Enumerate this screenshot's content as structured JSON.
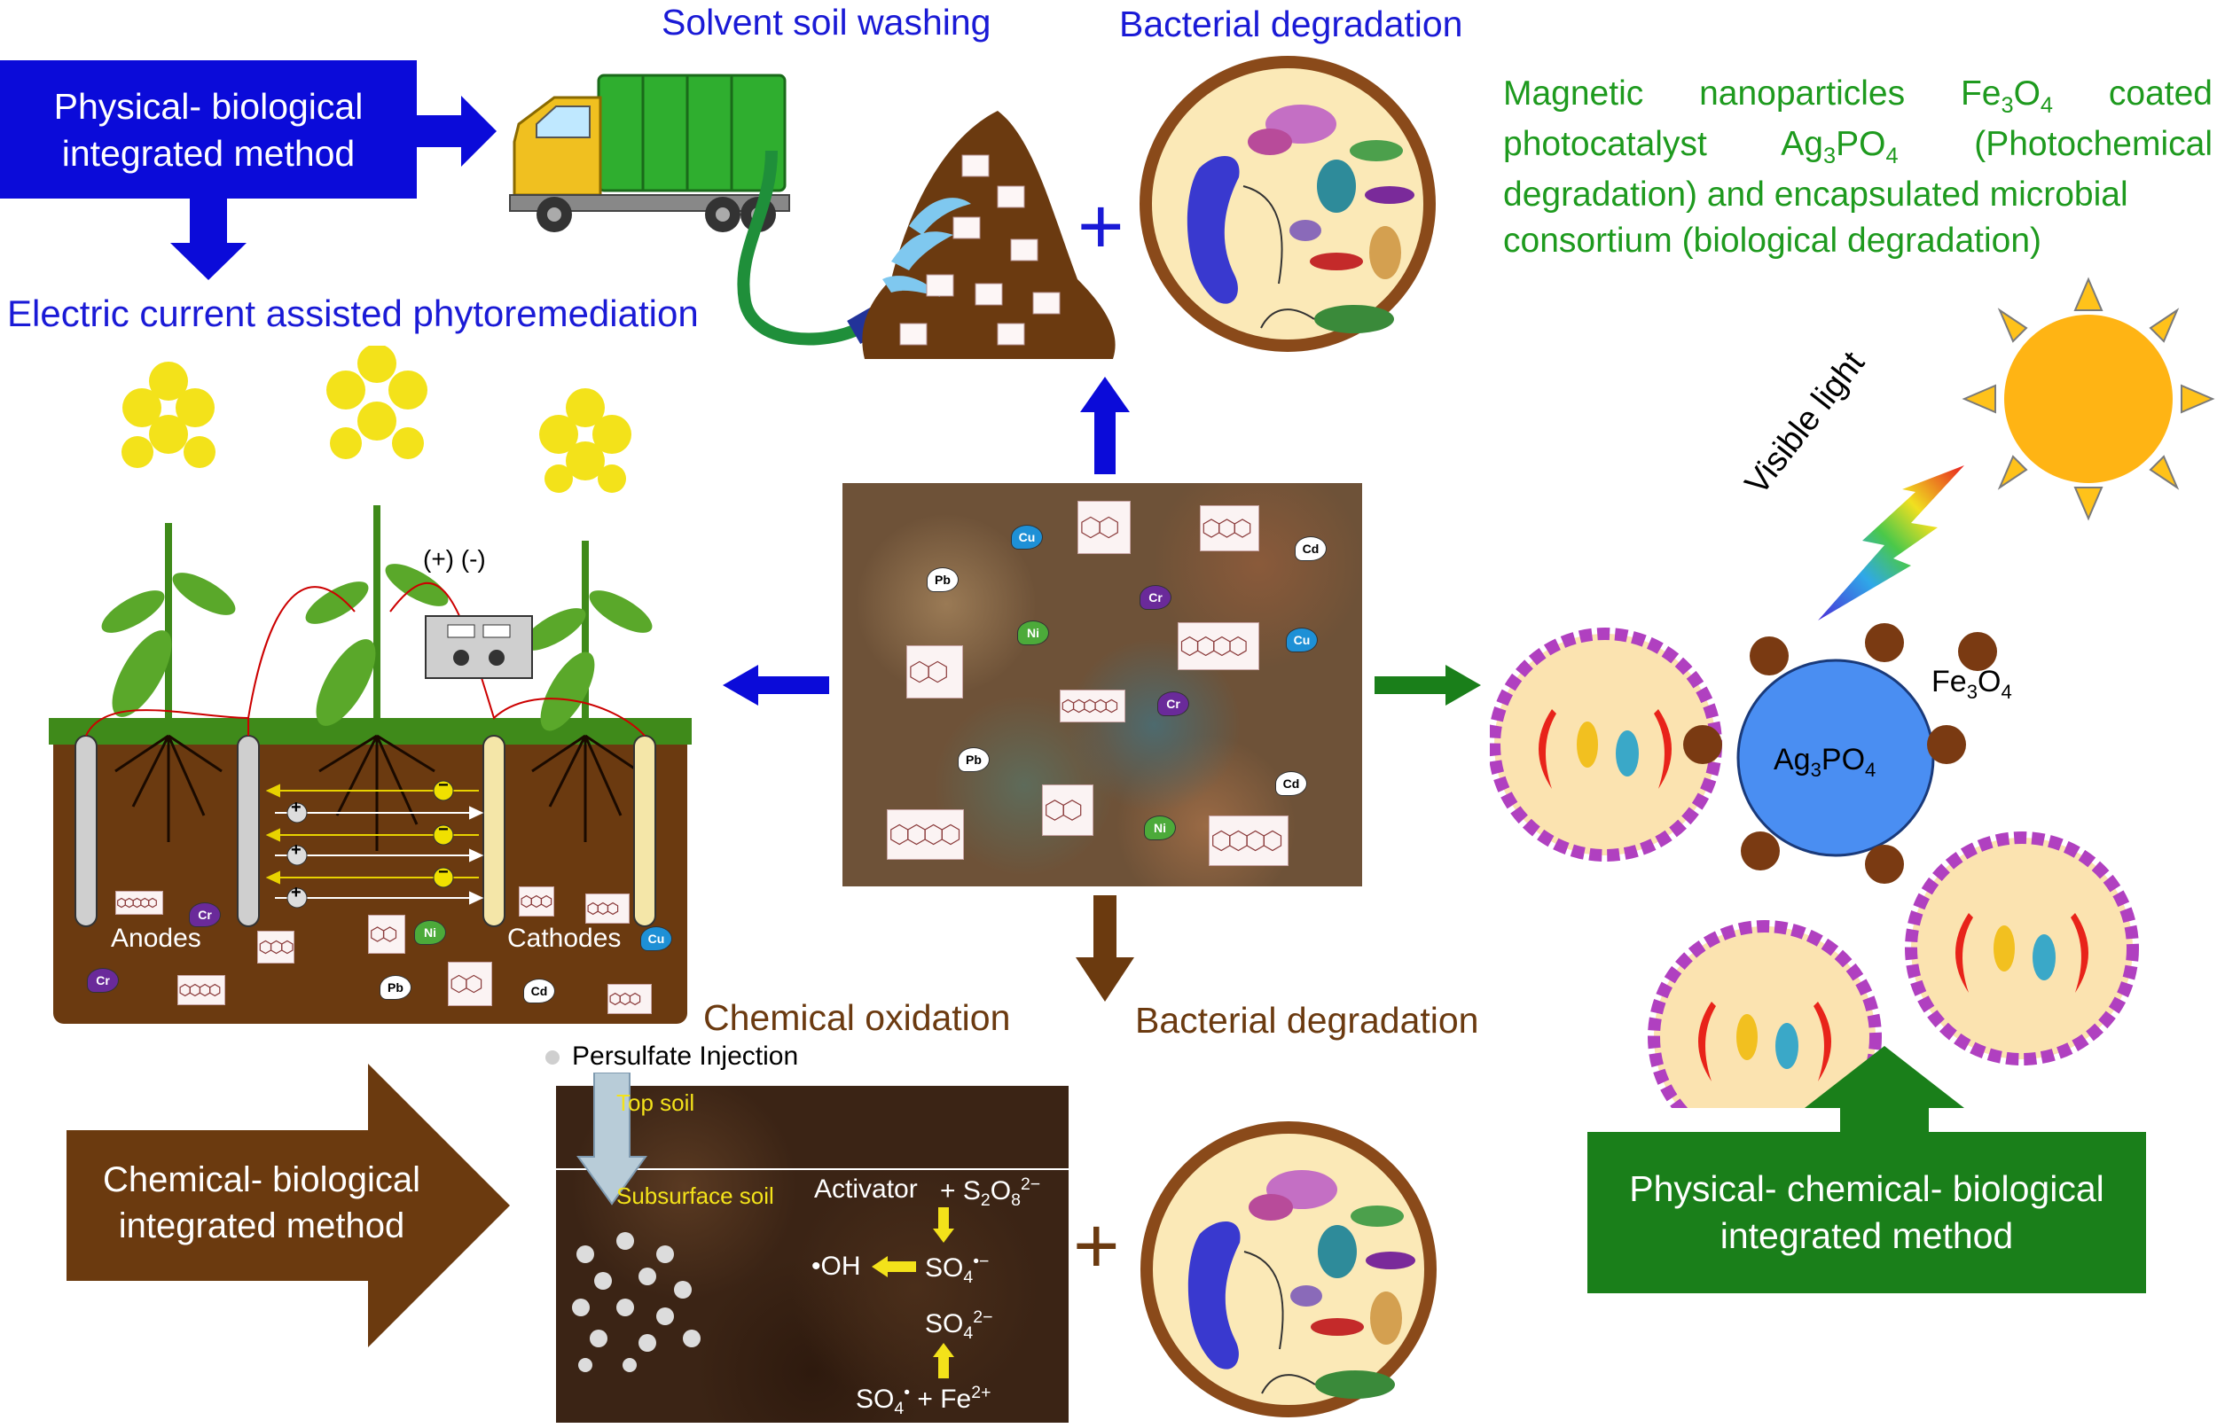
{
  "boxes": {
    "physical_biological": [
      "Physical- biological",
      "integrated method"
    ],
    "chemical_biological": [
      "Chemical- biological",
      "integrated method"
    ],
    "physical_chemical_biological": [
      "Physical- chemical- biological",
      "integrated method"
    ]
  },
  "titles": {
    "solvent_soil_washing": "Solvent soil washing",
    "bacterial_degradation_top": "Bacterial degradation",
    "electric_phyto": "Electric current assisted phytoremediation",
    "chemical_oxidation": "Chemical oxidation",
    "bacterial_degradation_bottom": "Bacterial degradation",
    "magnetic_text": [
      "Magnetic nanoparticles Fe",
      "3",
      "O",
      "4",
      " coated",
      "photocatalyst Ag",
      "3",
      "PO",
      "4",
      " (Photochemical",
      "degradation) and encapsulated microbial",
      "consortium (biological degradation)"
    ]
  },
  "plus_sign": "+",
  "phyto": {
    "polarity": "(+) (-)",
    "anodes": "Anodes",
    "cathodes": "Cathodes",
    "plus": "+",
    "minus": "−"
  },
  "metals": {
    "cu": "Cu",
    "pb": "Pb",
    "cd": "Cd",
    "cr": "Cr",
    "ni": "Ni"
  },
  "photocatalysis": {
    "visible_light": "Visible light",
    "fe3o4": [
      "Fe",
      "3",
      "O",
      "4"
    ],
    "ag3po4": [
      "Ag",
      "3",
      "PO",
      "4"
    ]
  },
  "oxidation": {
    "persulfate_injection": "Persulfate Injection",
    "top_soil": "Top soil",
    "subsurface_soil": "Subsurface soil",
    "activator": "Activator",
    "s2o8": [
      "+ S",
      "2",
      "O",
      "8",
      "2−"
    ],
    "so4_radical": [
      "SO",
      "4",
      "•−"
    ],
    "oh_radical": "•OH",
    "so4_2minus": [
      "SO",
      "4",
      "2−"
    ],
    "so4_bottom": [
      "SO",
      "4",
      "•",
      " + Fe",
      "2+"
    ]
  },
  "colors": {
    "blue": "#1a1ad6",
    "brown": "#6b3a10",
    "green": "#1e9a1e",
    "box_blue": "#0b0bd9",
    "box_brown": "#6b3a0f",
    "box_green": "#1a7f1a"
  }
}
